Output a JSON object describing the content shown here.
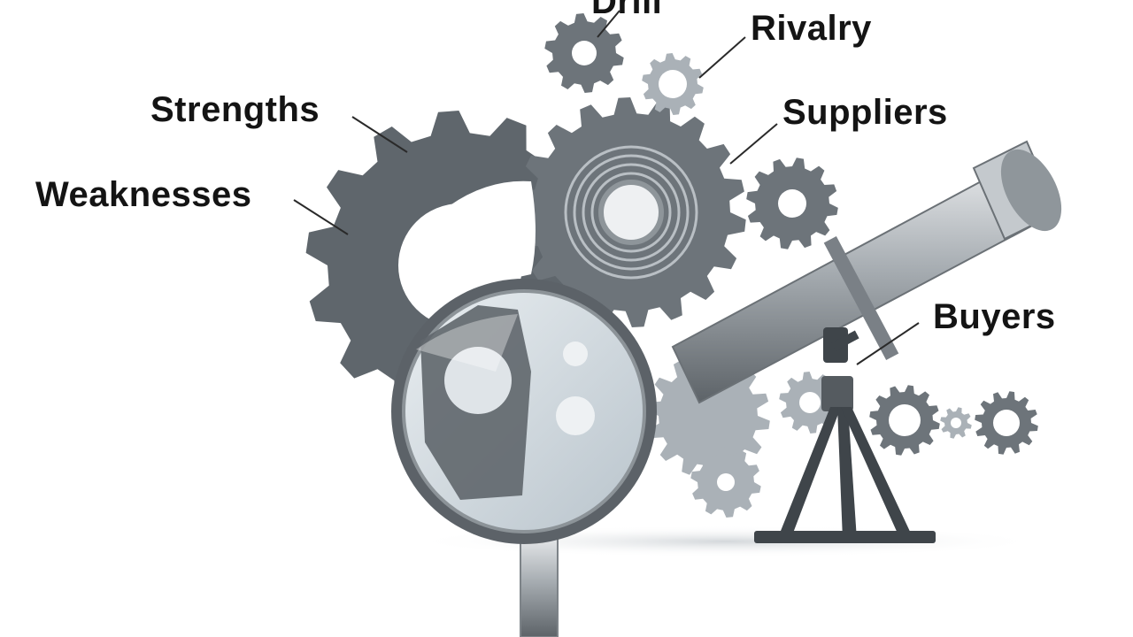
{
  "labels": {
    "top_cut": "Drill",
    "rivalry": "Rivalry",
    "strengths": "Strengths",
    "suppliers": "Suppliers",
    "weaknesses": "Weaknesses",
    "buyers": "Buyers"
  },
  "colors": {
    "gear_dark": "#5f666c",
    "gear_mid": "#6d747a",
    "gear_light": "#aab1b7",
    "lens_glass": "#c9d3da",
    "metal": "#9aa0a5",
    "text": "#141414"
  },
  "icons": [
    "large-gear-icon",
    "medium-gear-icon",
    "small-gear-icon",
    "magnifying-glass-icon",
    "telescope-icon",
    "tripod-icon"
  ]
}
